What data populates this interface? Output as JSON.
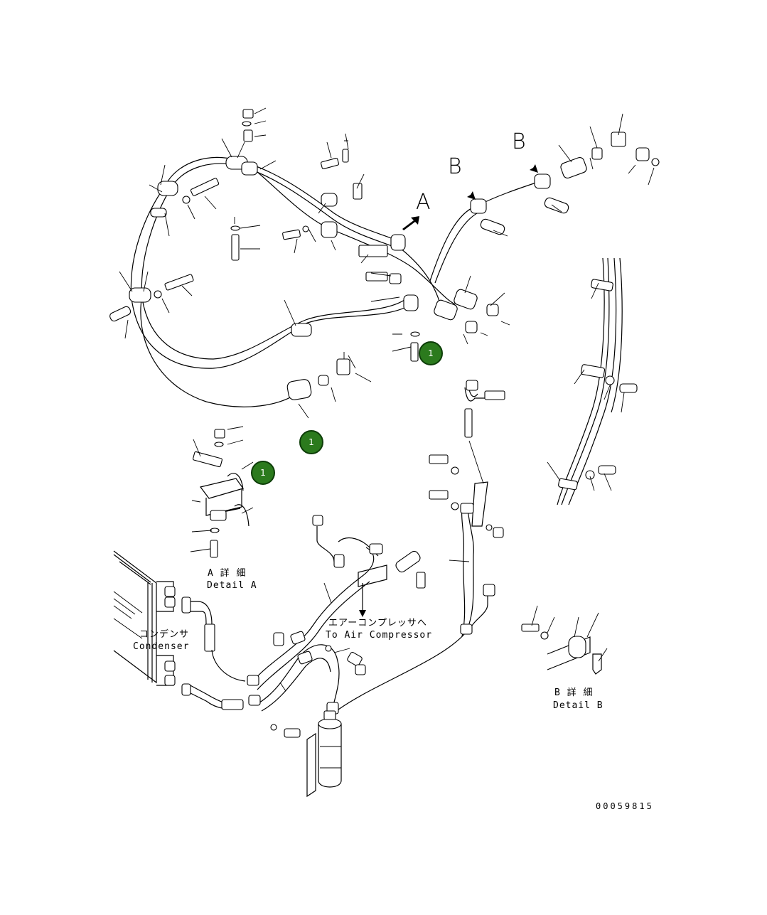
{
  "diagram": {
    "view_letters": {
      "a": "A",
      "b1": "B",
      "b2": "B"
    },
    "detail_a": {
      "jp": "A 詳 細",
      "en": "Detail A"
    },
    "detail_b": {
      "jp": "B 詳 細",
      "en": "Detail B"
    },
    "condenser": {
      "jp": "コンデンサ",
      "en": "Condenser"
    },
    "air_compressor": {
      "jp": "エアーコンプレッサへ",
      "en": "To Air Compressor"
    },
    "markers": [
      "1",
      "1",
      "1"
    ],
    "drawing_number": "00059815"
  }
}
